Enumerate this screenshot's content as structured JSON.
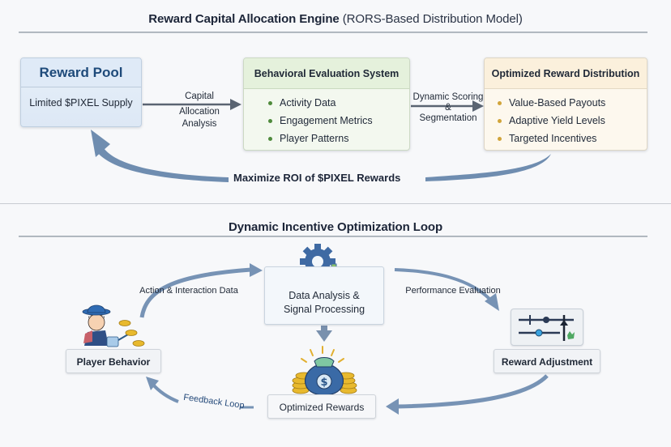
{
  "top_section": {
    "title_bold": "Reward Capital Allocation Engine",
    "title_sub": "(RORS-Based Distribution Model)",
    "reward_pool": {
      "header": "Reward Pool",
      "body": "Limited $PIXEL Supply"
    },
    "arrow_1_label": [
      "Capital",
      "Allocation",
      "Analysis"
    ],
    "behavioral_evaluation": {
      "header": "Behavioral Evaluation System",
      "items": [
        "Activity Data",
        "Engagement Metrics",
        "Player Patterns"
      ]
    },
    "arrow_2_label": [
      "Dynamic Scoring",
      "&",
      "Segmentation"
    ],
    "optimized_distribution": {
      "header": "Optimized Reward Distribution",
      "items": [
        "Value-Based Payouts",
        "Adaptive Yield Levels",
        "Targeted Incentives"
      ]
    },
    "return_arrow_label": "Maximize ROI of $PIXEL Rewards"
  },
  "bottom_section": {
    "title": "Dynamic Incentive Optimization Loop",
    "nodes": {
      "player": "Player Behavior",
      "analysis": [
        "Data Analysis &",
        "Signal Processing"
      ],
      "rewards": "Optimized Rewards",
      "adjustment": "Reward Adjustment"
    },
    "edges": {
      "player_to_analysis": "Action & Interaction Data",
      "analysis_to_adjustment": "Performance Evaluation",
      "rewards_to_player": "Feedback Loop"
    }
  },
  "colors": {
    "arrow_blue": "#6f8db0",
    "arrow_gray": "#5a6472",
    "green_bullet": "#4f8a3c",
    "gold_bullet": "#d1a43a",
    "pool_header_text": "#1e4a7a"
  }
}
